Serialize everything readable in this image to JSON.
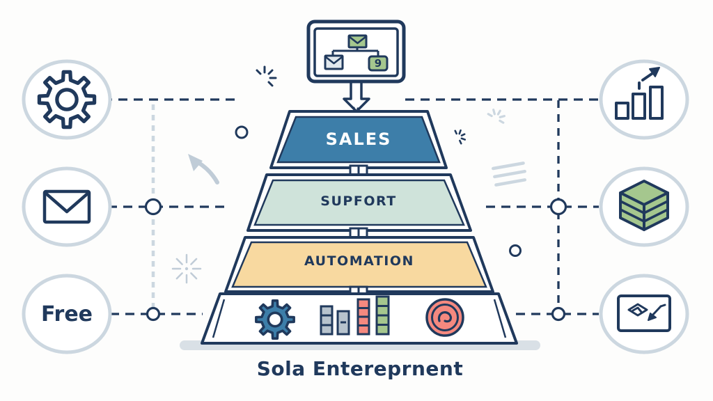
{
  "title": "Sola Entereprnent",
  "monitor": {
    "icon": "monitor-flowchart-icon",
    "badge_label": "9",
    "nodes": [
      "envelope-green",
      "envelope-gray",
      "badge-9"
    ]
  },
  "pyramid": {
    "layers": [
      {
        "label": "SALES",
        "fill": "#3d7ea9",
        "text_color": "#ffffff"
      },
      {
        "label": "SUPFORT",
        "fill": "#cfe3da",
        "text_color": "#20395c"
      },
      {
        "label": "AUTOMATION",
        "fill": "#f8d9a0",
        "text_color": "#20395c"
      },
      {
        "label": "",
        "fill": "#ffffff",
        "icons": [
          "gear-icon",
          "bar-meters-icon",
          "sync-badge-icon"
        ]
      }
    ]
  },
  "left_column": [
    {
      "icon": "gear-icon",
      "label": ""
    },
    {
      "icon": "envelope-icon",
      "label": ""
    },
    {
      "icon": "",
      "label": "Free"
    }
  ],
  "right_column": [
    {
      "icon": "growth-chart-icon",
      "label": ""
    },
    {
      "icon": "stack-cube-icon",
      "label": ""
    },
    {
      "icon": "click-card-icon",
      "label": ""
    }
  ],
  "colors": {
    "navy": "#20395c",
    "blue": "#3d7ea9",
    "mint": "#cfe3da",
    "wheat": "#f8d9a0",
    "salmon": "#f5897f",
    "green": "#a5c78e",
    "light": "#ccd7e0",
    "graybar": "#b7c3cd",
    "shadow": "#d9e0e6",
    "deco": "#c0ccd7",
    "bg": "#fdfdfc",
    "screenfill": "#e2e9ee"
  }
}
